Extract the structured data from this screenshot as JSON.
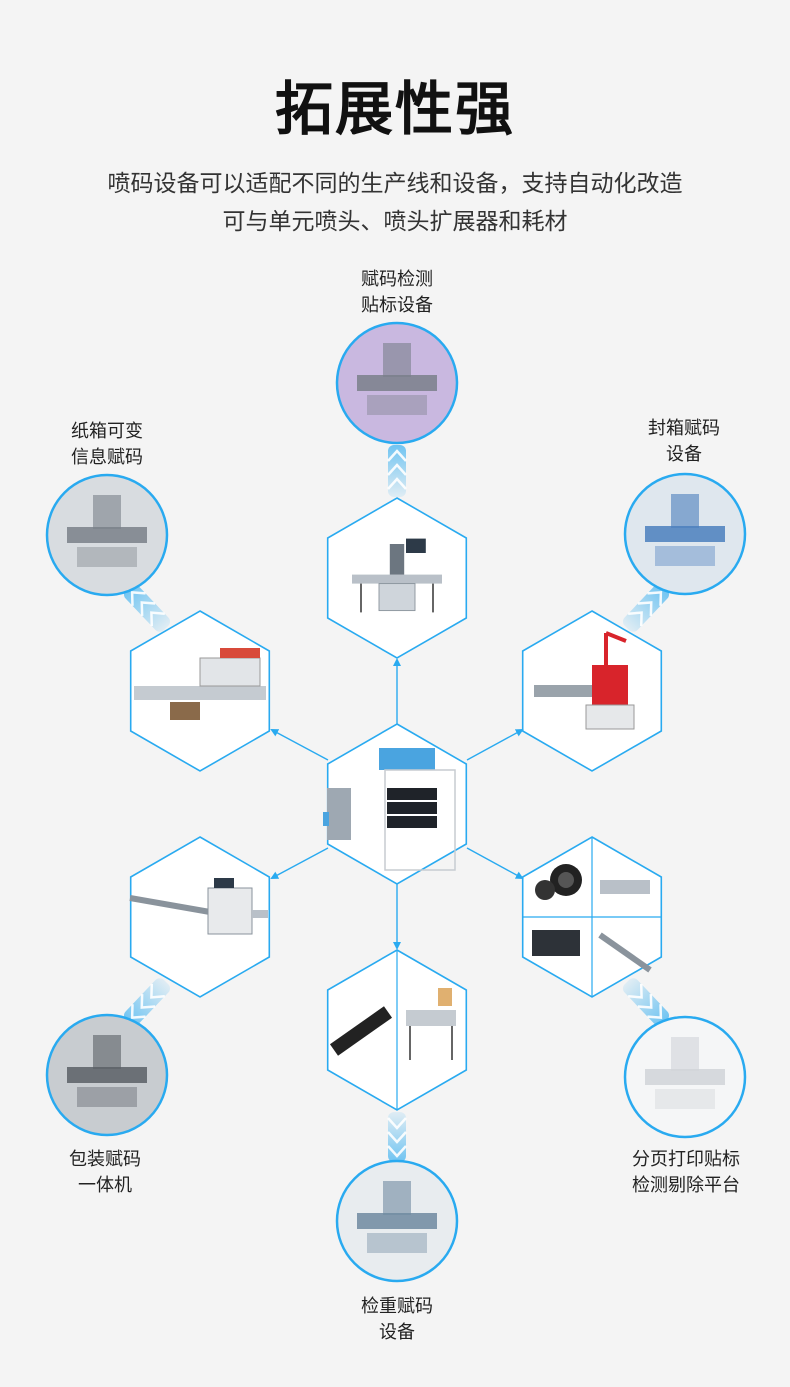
{
  "header": {
    "title": "拓展性强",
    "subtitle_line1": "喷码设备可以适配不同的生产线和设备，支持自动化改造",
    "subtitle_line2": "可与单元喷头、喷头扩展器和耗材"
  },
  "devices": [
    {
      "line1": "赋码检测",
      "line2": "贴标设备"
    },
    {
      "line1": "封箱赋码",
      "line2": "设备"
    },
    {
      "line1": "分页打印贴标",
      "line2": "检测剔除平台"
    },
    {
      "line1": "检重赋码",
      "line2": "设备"
    },
    {
      "line1": "包装赋码",
      "line2": "一体机"
    },
    {
      "line1": "纸箱可变",
      "line2": "信息赋码"
    }
  ],
  "colors": {
    "accent": "#29aaf0",
    "glow": "#a8d8fa",
    "background": "#f4f4f4"
  }
}
